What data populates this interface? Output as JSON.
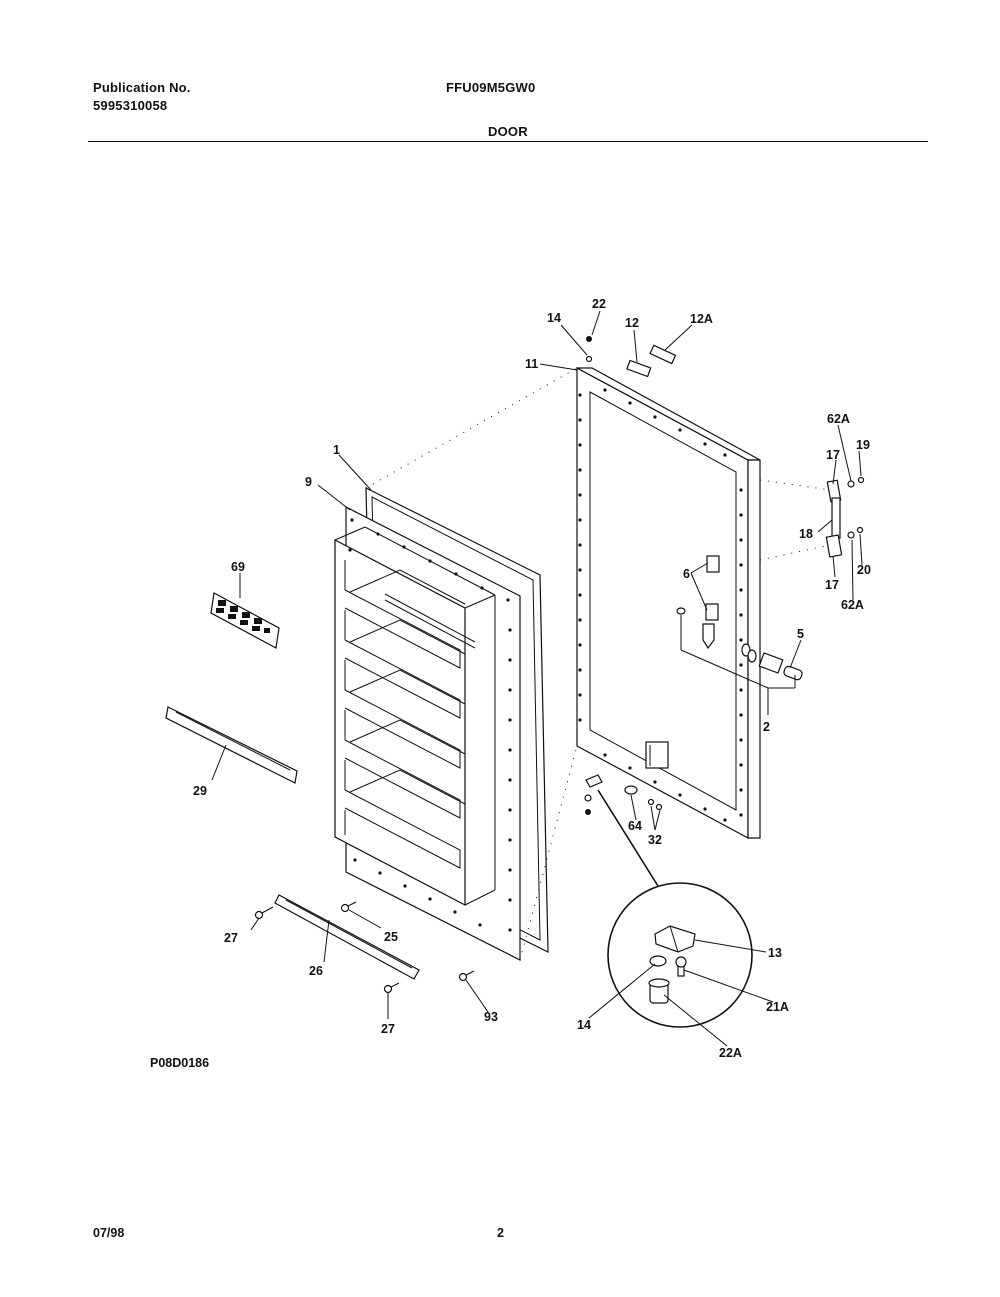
{
  "header": {
    "publication_label": "Publication No.",
    "publication_number": "5995310058",
    "model_number": "FFU09M5GW0",
    "section_title": "DOOR"
  },
  "figure_code": "P08D0186",
  "footer": {
    "date": "07/98",
    "page_number": "2"
  },
  "callouts": {
    "c1": "1",
    "c9": "9",
    "c69": "69",
    "c29": "29",
    "c27a": "27",
    "c25": "25",
    "c26": "26",
    "c27b": "27",
    "c93": "93",
    "c14top": "14",
    "c22top": "22",
    "c12": "12",
    "c12A": "12A",
    "c11": "11",
    "c62Atop": "62A",
    "c19": "19",
    "c17top": "17",
    "c18": "18",
    "c17bot": "17",
    "c20": "20",
    "c62Abot": "62A",
    "c6": "6",
    "c5": "5",
    "c2": "2",
    "c64": "64",
    "c32": "32",
    "c13": "13",
    "c21A": "21A",
    "c14bot": "14",
    "c22A": "22A"
  }
}
